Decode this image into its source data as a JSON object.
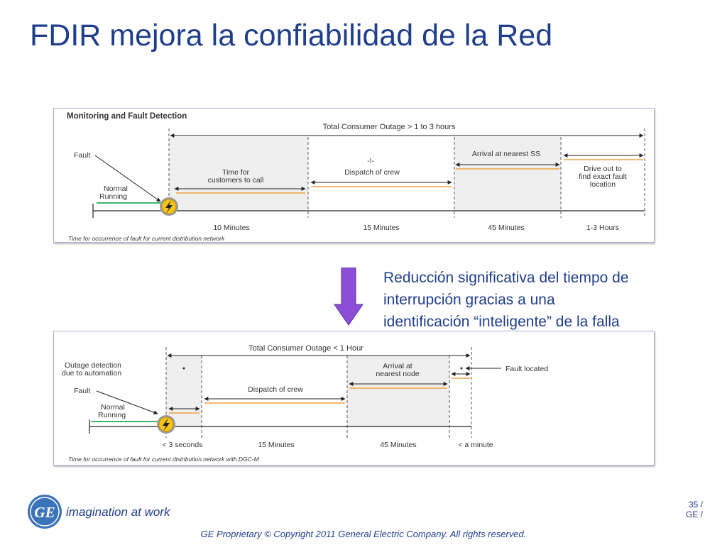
{
  "slide": {
    "title": "FDIR mejora la confiabilidad de la Red",
    "caption_lines": [
      "Reducción significativa del tiempo de",
      "interrupción gracias a una",
      "identificación “inteligente” de la falla"
    ],
    "logo_text": "GE",
    "tagline": "imagination at work",
    "page_number": "35 /",
    "page_sub": "GE  /",
    "footer": "GE Proprietary © Copyright 2011 General Electric Company. All rights reserved.",
    "colors": {
      "title": "#1f3e8c",
      "arrow": "#8a4fd6",
      "orange_line": "#f0a040",
      "green_line": "#3cb371",
      "shade": "#efefef"
    }
  },
  "diagram_top": {
    "heading": "Monitoring and Fault Detection",
    "total_label": "Total Consumer Outage > 1 to 3 hours",
    "fault_label": "Fault",
    "normal_label_1": "Normal",
    "normal_label_2": "Running",
    "marker": "-!-",
    "phases": [
      {
        "label_lines": [
          "Time for",
          "customers to call"
        ],
        "duration": "10 Minutes",
        "shaded": true
      },
      {
        "label_lines": [
          "Dispatch of crew"
        ],
        "duration": "15 Minutes",
        "shaded": false
      },
      {
        "label_lines": [
          "Arrival at nearest SS"
        ],
        "duration": "45 Minutes",
        "shaded": true
      },
      {
        "label_lines": [
          "Drive out to",
          "find exact fault",
          "location"
        ],
        "duration": "1-3 Hours",
        "shaded": false
      }
    ],
    "footnote": "Time for occurrence of fault for current distribution network"
  },
  "diagram_bottom": {
    "total_label": "Total Consumer Outage < 1 Hour",
    "outage_label_1": "Outage detection",
    "outage_label_2": "due to automation",
    "fault_label": "Fault",
    "normal_label_1": "Normal",
    "normal_label_2": "Running",
    "fault_located": "Fault located",
    "phases": [
      {
        "label_lines": [],
        "duration": "< 3 seconds",
        "shaded": true
      },
      {
        "label_lines": [
          "Dispatch of crew"
        ],
        "duration": "15 Minutes",
        "shaded": false
      },
      {
        "label_lines": [
          "Arrival at",
          "nearest node"
        ],
        "duration": "45 Minutes",
        "shaded": true
      },
      {
        "label_lines": [],
        "duration": "< a minute",
        "shaded": false
      }
    ],
    "footnote": "Time for occurrence of fault for current distribution network with DGC-M"
  }
}
